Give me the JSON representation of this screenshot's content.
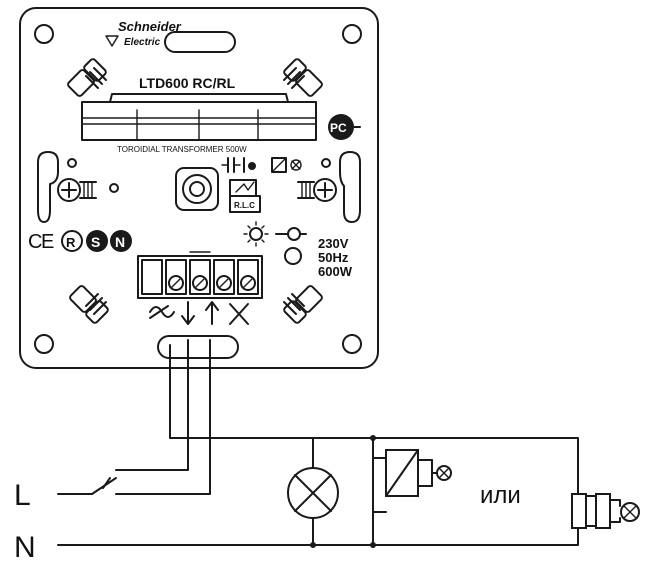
{
  "device": {
    "brand_line1": "Schneider",
    "brand_line2": "Electric",
    "model": "LTD600  RC/RL",
    "transformer_label": "TOROIDIAL TRANSFORMER 500W",
    "rlc_label": "R.L.C",
    "voltage": "230V",
    "frequency": "50Hz",
    "power": "600W"
  },
  "wiring": {
    "label_l": "L",
    "label_n": "N",
    "or_label": "или"
  }
}
